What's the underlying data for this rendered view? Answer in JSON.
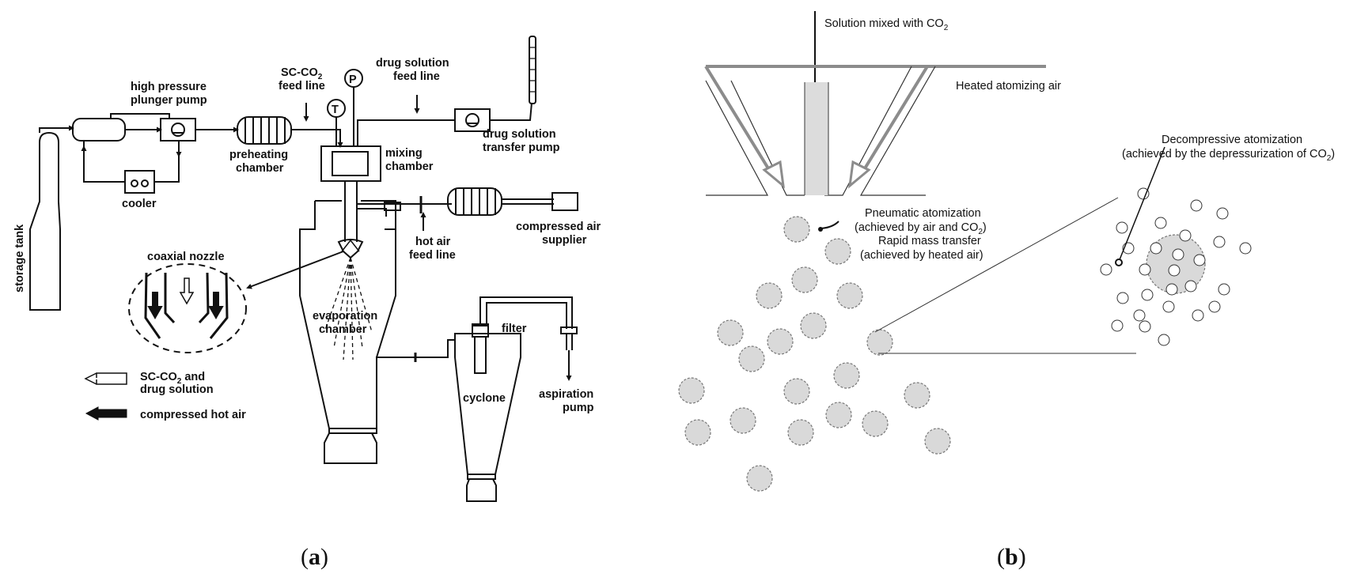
{
  "panel_a": {
    "caption_letter": "a",
    "labels": {
      "storage_tank": "storage tank",
      "high_pressure_pump_1": "high pressure",
      "high_pressure_pump_2": "plunger pump",
      "cooler": "cooler",
      "preheating_1": "preheating",
      "preheating_2": "chamber",
      "sc_co2_feed_1": "SC-CO",
      "sc_co2_feed_sub": "2",
      "sc_co2_feed_2": "feed line",
      "temp_gauge": "T",
      "pressure_gauge": "P",
      "drug_feed_1": "drug solution",
      "drug_feed_2": "feed line",
      "drug_pump_1": "drug solution",
      "drug_pump_2": "transfer pump",
      "mixing_1": "mixing",
      "mixing_2": "chamber",
      "compressed_air_1": "compressed air",
      "compressed_air_2": "supplier",
      "hot_air_1": "hot air",
      "hot_air_2": "feed line",
      "coaxial_nozzle": "coaxial nozzle",
      "evaporation_1": "evaporation",
      "evaporation_2": "chamber",
      "filter": "filter",
      "cyclone": "cyclone",
      "aspiration_1": "aspiration",
      "aspiration_2": "pump"
    },
    "legend": {
      "open_arrow_1": "SC-CO",
      "open_arrow_sub": "2",
      "open_arrow_1b": " and",
      "open_arrow_2": "drug solution",
      "filled_arrow": "compressed hot air"
    }
  },
  "panel_b": {
    "caption_letter": "b",
    "labels": {
      "solution_1": "Solution mixed with CO",
      "solution_sub": "2",
      "heated_air": "Heated atomizing air",
      "pneumatic_1": "Pneumatic atomization",
      "pneumatic_2a": "(achieved by air and CO",
      "pneumatic_2sub": "2",
      "pneumatic_2b": ")",
      "rapid_1": "Rapid mass transfer",
      "rapid_2": "(achieved by heated air)",
      "decomp_1": "Decompressive atomization",
      "decomp_2a": "(achieved by the depressurization of CO",
      "decomp_2sub": "2",
      "decomp_2b": ")"
    }
  },
  "colors": {
    "line": "#111111",
    "gray_flow": "#8c8c8c",
    "droplet_fill": "#d9d9d9",
    "droplet_stroke": "#777777"
  }
}
